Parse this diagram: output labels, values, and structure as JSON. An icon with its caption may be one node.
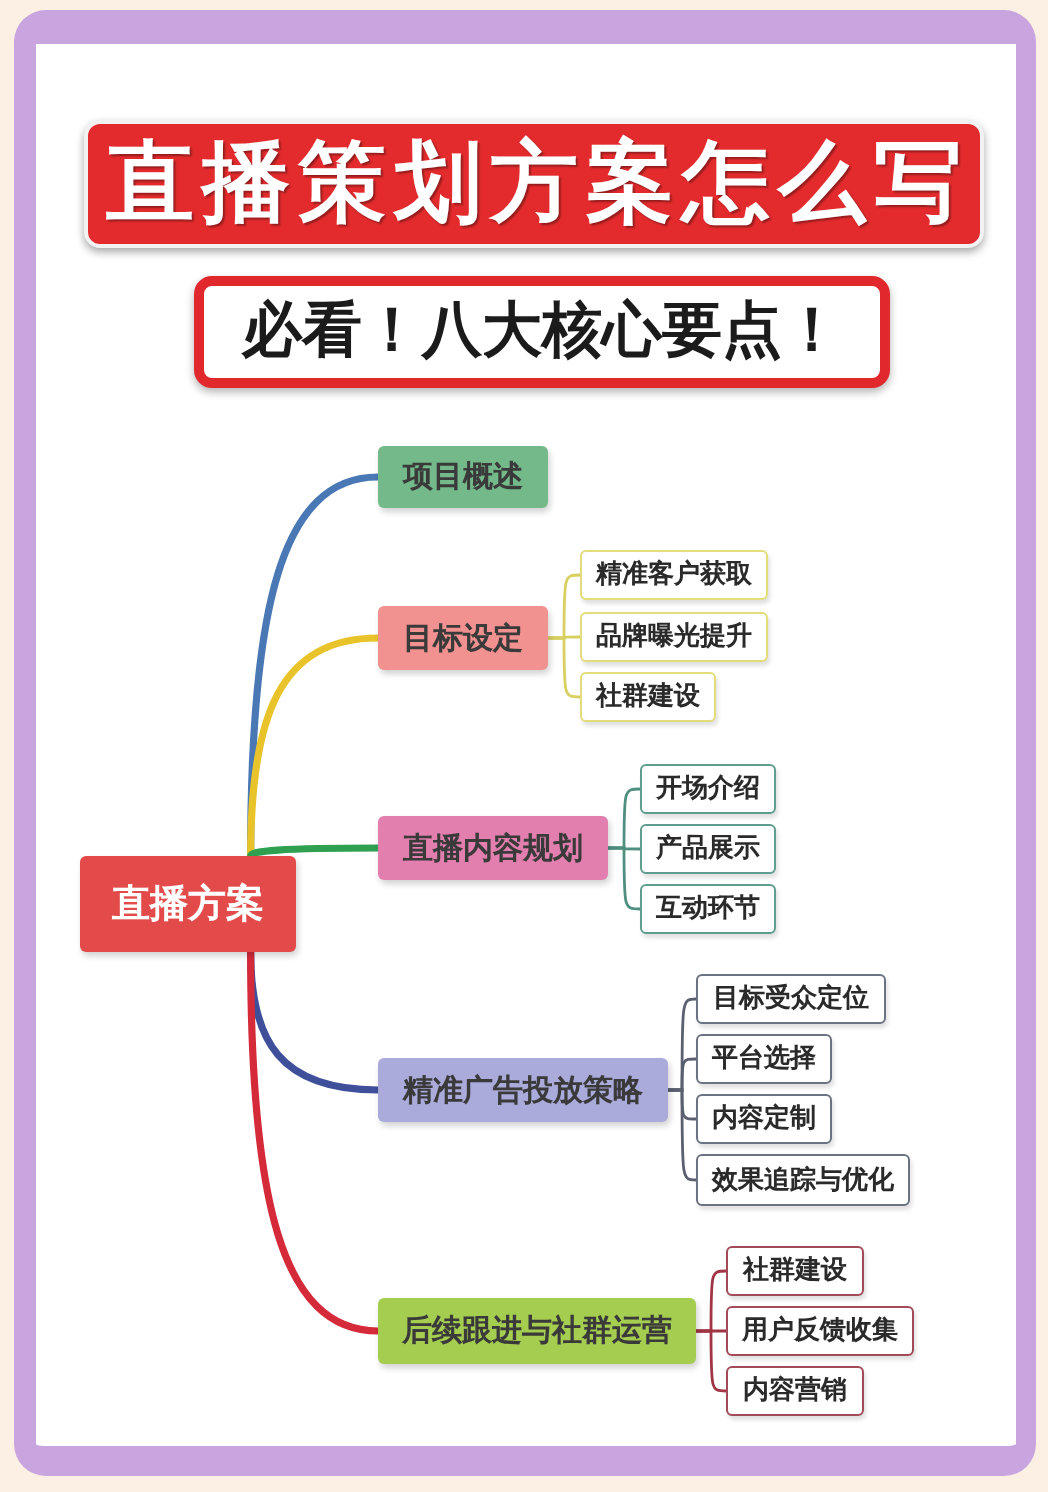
{
  "diagram": {
    "title": "直播策划方案怎么写",
    "nodes": [
      {
        "text": [
          "直播方案"
        ]
      },
      {
        "text": [
          "项目概述"
        ]
      },
      {
        "text": [
          "目标设定"
        ]
      },
      {
        "text": [
          "精准客户获取"
        ]
      },
      {
        "text": [
          "品牌曝光提升"
        ]
      },
      {
        "text": [
          "社群建设"
        ]
      },
      {
        "text": [
          "直播内容规划"
        ]
      },
      {
        "text": [
          "开场介绍"
        ]
      },
      {
        "text": [
          "产品展示"
        ]
      },
      {
        "text": [
          "互动环节"
        ]
      },
      {
        "text": [
          "精准广告投放策略"
        ]
      },
      {
        "text": [
          "目标受众定位"
        ]
      },
      {
        "text": [
          "平台选择"
        ]
      },
      {
        "text": [
          "内容定制"
        ]
      },
      {
        "text": [
          "效果追踪与优化"
        ]
      },
      {
        "text": [
          "后续跟进与社群运营"
        ]
      },
      {
        "text": [
          "社群建设"
        ]
      },
      {
        "text": [
          "用户反馈收集"
        ]
      },
      {
        "text": [
          "内容营销"
        ]
      }
    ],
    "edges": [
      {
        "from": 0,
        "to": 1,
        "arrow": "none",
        "style": "thick",
        "color": "#4a78b5"
      },
      {
        "from": 0,
        "to": 2,
        "arrow": "none",
        "style": "thick",
        "color": "#e8c42a"
      },
      {
        "from": 0,
        "to": 6,
        "arrow": "none",
        "style": "thick",
        "color": "#2fa050"
      },
      {
        "from": 0,
        "to": 10,
        "arrow": "none",
        "style": "thick",
        "color": "#3f4f9a"
      },
      {
        "from": 0,
        "to": 15,
        "arrow": "none",
        "style": "thick",
        "color": "#d42a3a"
      },
      {
        "from": 2,
        "to": 3,
        "arrow": "none",
        "color": "#d8d060"
      },
      {
        "from": 2,
        "to": 4,
        "arrow": "none",
        "color": "#d8d060"
      },
      {
        "from": 2,
        "to": 5,
        "arrow": "none",
        "color": "#d8d060"
      },
      {
        "from": 6,
        "to": 7,
        "arrow": "none",
        "color": "#4f8f7f"
      },
      {
        "from": 6,
        "to": 8,
        "arrow": "none",
        "color": "#4f8f7f"
      },
      {
        "from": 6,
        "to": 9,
        "arrow": "none",
        "color": "#4f8f7f"
      },
      {
        "from": 10,
        "to": 11,
        "arrow": "none",
        "color": "#5a6070"
      },
      {
        "from": 10,
        "to": 12,
        "arrow": "none",
        "color": "#5a6070"
      },
      {
        "from": 10,
        "to": 13,
        "arrow": "none",
        "color": "#5a6070"
      },
      {
        "from": 10,
        "to": 14,
        "arrow": "none",
        "color": "#5a6070"
      },
      {
        "from": 15,
        "to": 16,
        "arrow": "none",
        "color": "#a03545"
      },
      {
        "from": 15,
        "to": 17,
        "arrow": "none",
        "color": "#a03545"
      },
      {
        "from": 15,
        "to": 18,
        "arrow": "none",
        "color": "#a03545"
      }
    ],
    "labels": [
      "必看！八大核心要点！"
    ]
  }
}
